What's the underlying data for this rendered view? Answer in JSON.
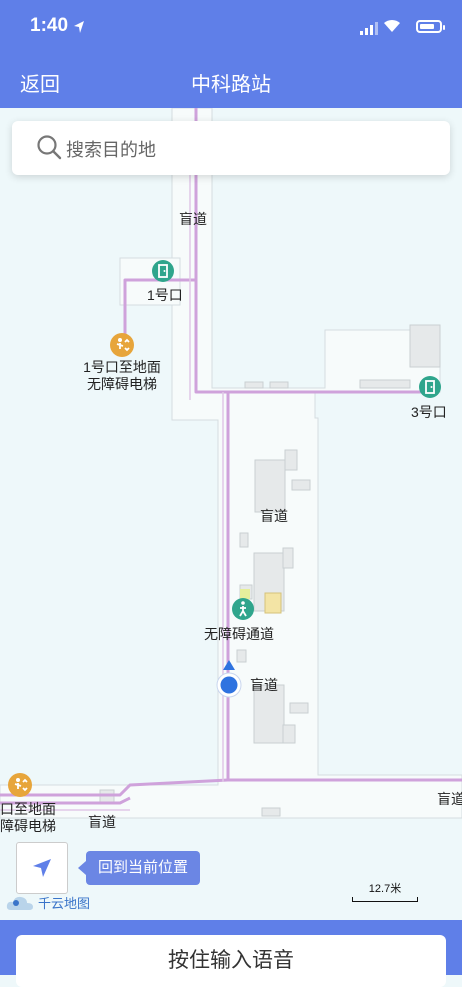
{
  "status_bar": {
    "time": "1:40"
  },
  "nav": {
    "back_label": "返回",
    "title": "中科路站"
  },
  "search": {
    "placeholder": "搜索目的地"
  },
  "map": {
    "labels": {
      "blind_path_top": "盲道",
      "exit_1": "1号口",
      "elevator_exit1_line1": "1号口至地面",
      "elevator_exit1_line2": "无障碍电梯",
      "exit_3": "3号口",
      "blind_path_mid": "盲道",
      "accessible_passage": "无障碍通道",
      "blind_path_near_location": "盲道",
      "elevator_left_line1": "口至地面",
      "elevator_left_line2": "障碍电梯",
      "blind_path_bottom_left": "盲道",
      "blind_path_bottom_right": "盲道"
    },
    "scale": "12.7米",
    "brand": "千云地图"
  },
  "location_button": {
    "tip": "回到当前位置"
  },
  "voice_button": {
    "label": "按住输入语音"
  },
  "colors": {
    "accent": "#5f7fe8",
    "route": "#cfa2db",
    "poi_green": "#2fa58c",
    "poi_orange": "#e7a53b",
    "location": "#2f73e0"
  }
}
